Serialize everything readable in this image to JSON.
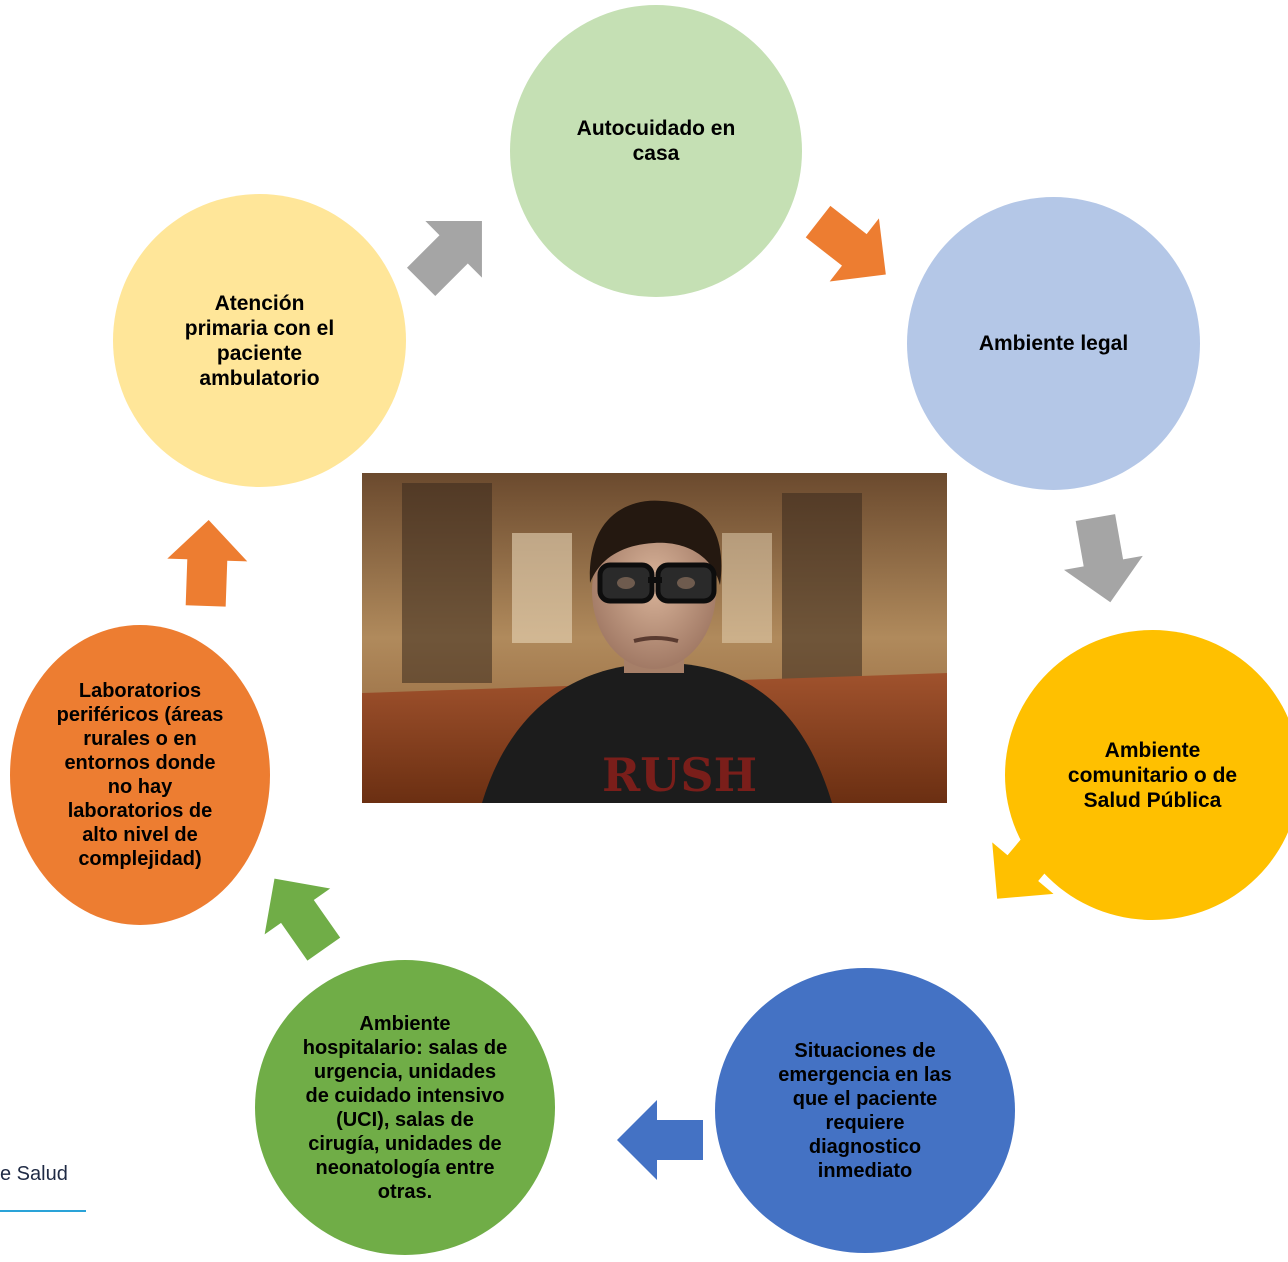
{
  "nodes": {
    "autocuidado": {
      "label": "Autocuidado en\ncasa",
      "color": "#c5e0b4"
    },
    "legal": {
      "label": "Ambiente legal",
      "color": "#b4c7e7"
    },
    "comunitario": {
      "label": "Ambiente\ncomunitario o de\nSalud Pública",
      "color": "#ffc000"
    },
    "emergencia": {
      "label": "Situaciones de\nemergencia en las\nque el paciente\nrequiere\ndiagnostico\ninmediato",
      "color": "#4472c4"
    },
    "hospital": {
      "label": "Ambiente\nhospitalario: salas de\nurgencia, unidades\nde cuidado intensivo\n(UCI), salas de\ncirugía, unidades de\nneonatología entre\notras.",
      "color": "#70ad47"
    },
    "laboratorios": {
      "label": "Laboratorios\nperiféricos (áreas\nrurales o en\nentornos donde\nno hay\nlaboratorios de\nalto nivel de\ncomplejidad)",
      "color": "#ed7d31"
    },
    "atencion": {
      "label": "Atención\nprimaria con el\npaciente\nambulatorio",
      "color": "#ffe699"
    }
  },
  "arrows": [
    {
      "from": "atencion",
      "to": "autocuidado",
      "color": "#a5a5a5"
    },
    {
      "from": "autocuidado",
      "to": "legal",
      "color": "#ed7d31"
    },
    {
      "from": "legal",
      "to": "comunitario",
      "color": "#a5a5a5"
    },
    {
      "from": "comunitario",
      "to": "emergencia",
      "color": "#ffc000"
    },
    {
      "from": "emergencia",
      "to": "hospital",
      "color": "#4472c4"
    },
    {
      "from": "hospital",
      "to": "laboratorios",
      "color": "#70ad47"
    },
    {
      "from": "laboratorios",
      "to": "atencion",
      "color": "#ed7d31"
    }
  ],
  "photo": {
    "shirt_text": "RUSH"
  },
  "footer": {
    "text": "e Salud",
    "line_color": "#2aa3d8"
  }
}
